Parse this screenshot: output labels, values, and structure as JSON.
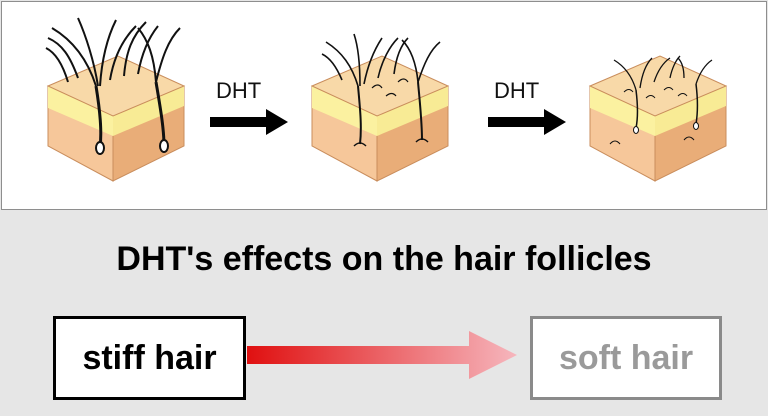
{
  "diagram": {
    "arrow_label_1": "DHT",
    "arrow_label_2": "DHT",
    "caption": "DHT's effects on the hair follicles",
    "stiff_label": "stiff hair",
    "soft_label": "soft hair"
  },
  "colors": {
    "skin": "#f5c89a",
    "skin_side": "#efbb8a",
    "fat_layer": "#fbf1a0",
    "hair": "#111111",
    "arrow_start": "#e01010",
    "arrow_end": "#f6b6bd"
  }
}
